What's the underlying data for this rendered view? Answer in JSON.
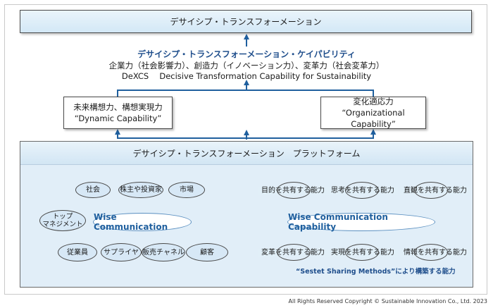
{
  "top_box": {
    "label": "デサイシプ・トランスフォーメーション"
  },
  "dexcs": {
    "title": "デサイシプ・トランスフォーメーション・ケイパビリティ",
    "line2": "企業力（社会影響力）、創造力（イノベーション力）、変革力（社会変革力）",
    "line3": "DeXCS　 Decisive Transformation Capability for Sustainability"
  },
  "left_box": {
    "line1": "未来構想力、構想実現力",
    "line2": "“Dynamic Capability”"
  },
  "right_box": {
    "line1": "変化適応力",
    "line2": "“Organizational Capability”"
  },
  "platform": {
    "title": "デサイシプ・トランスフォーメーション　プラットフォーム"
  },
  "wise_communication": {
    "center": "Wise Communication",
    "nodes": [
      "社会",
      "株主や投資家",
      "市場",
      "トップ\nマネジメント",
      "従業員",
      "サプライヤ",
      "販売チャネル",
      "顧客"
    ]
  },
  "wise_capability": {
    "center": "Wise Communication Capability",
    "nodes": [
      "目的を共有する能力",
      "思考を共有する能力",
      "直観を共有する能力",
      "変革を共有する能力",
      "実現を共有する能力",
      "情報を共有する能力"
    ]
  },
  "caption": "“Sestet Sharing Methods”により構築する能力",
  "copyright": "All Rights Reserved Copyright © Sustainable Innovation Co., Ltd. 2023",
  "colors": {
    "accent": "#1f4e8c",
    "node_fill": "#d7e8f6",
    "platform_bg": "#e1eef8"
  }
}
